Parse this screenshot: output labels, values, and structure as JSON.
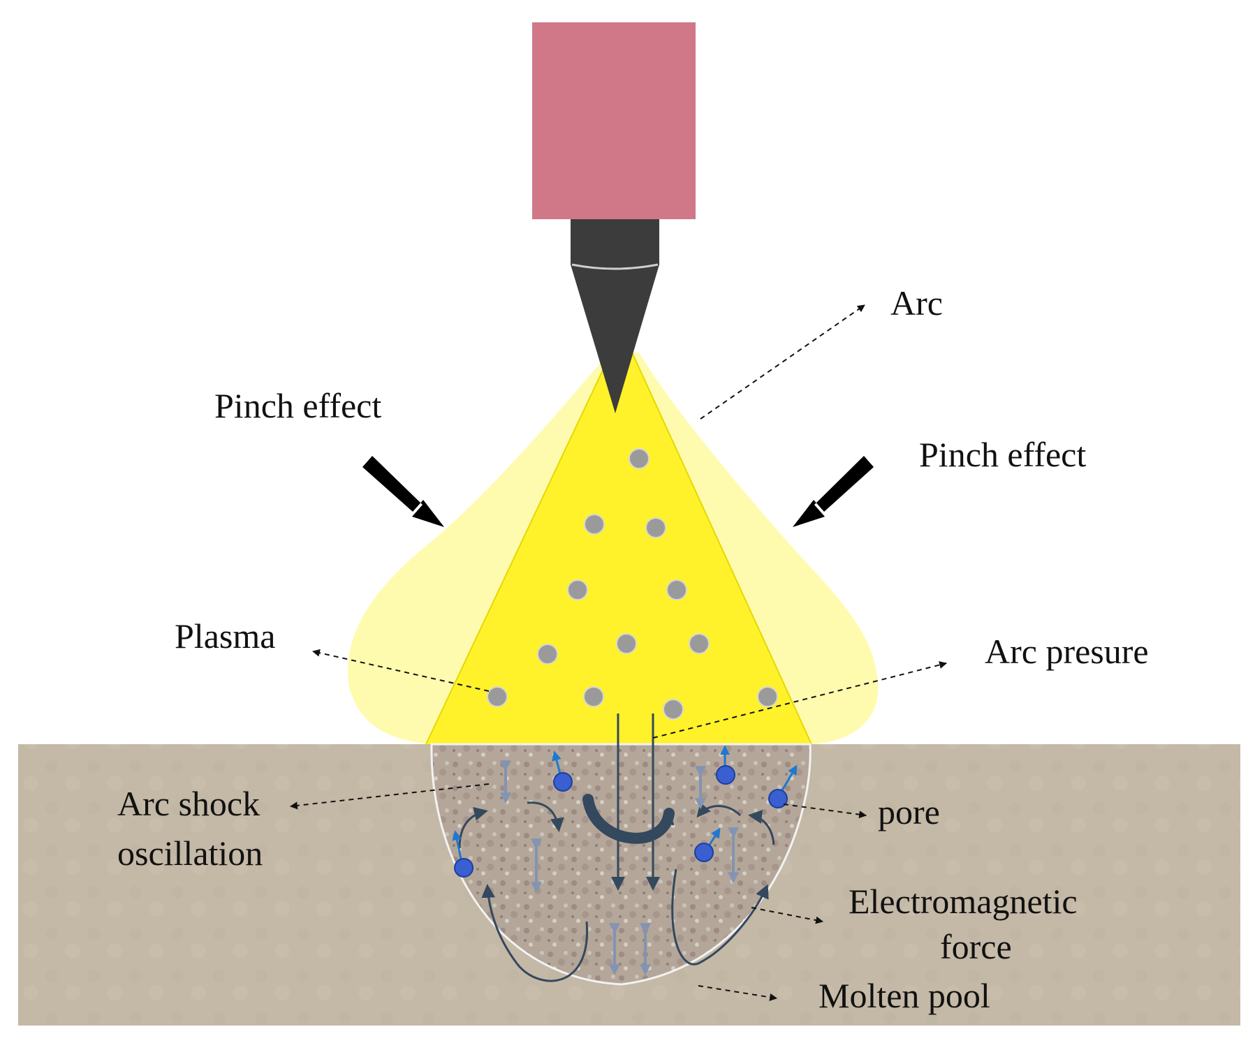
{
  "labels": {
    "arc": "Arc",
    "pinch_left": "Pinch effect",
    "pinch_right": "Pinch effect",
    "plasma": "Plasma",
    "arc_pressure": "Arc presure",
    "arc_shock_line1": "Arc shock",
    "arc_shock_line2": "oscillation",
    "pore": "pore",
    "em_force_line1": "Electromagnetic",
    "em_force_line2": "force",
    "molten_pool": "Molten pool"
  },
  "colors": {
    "electrode_block": "#d07888",
    "electrode_tip": "#3c3c3c",
    "arc_core": "#fff22a",
    "arc_glow": "#fffaa0",
    "workpiece": "#c4b8a6",
    "molten_pool": "#b6a89c",
    "plasma_particle": "#9a9a9a",
    "flow_arrow": "#34485e",
    "oscillation_arrow": "#8394b2",
    "pore": "#3a5fd0",
    "pore_arrow": "#1e78d0"
  }
}
